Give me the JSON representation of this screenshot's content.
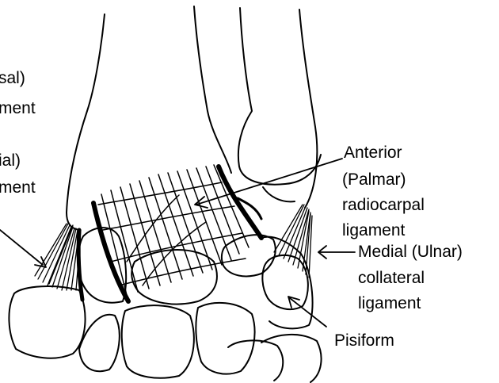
{
  "labels": {
    "dorsal_ligament": [
      "sal)",
      "ment"
    ],
    "radial_collateral": [
      "ial)",
      "ment"
    ],
    "anterior_radiocarpal": [
      "Anterior",
      "(Palmar)",
      "radiocarpal",
      "ligament"
    ],
    "medial_collateral": [
      "Medial (Ulnar)",
      "collateral",
      "ligament"
    ],
    "pisiform": "Pisiform"
  },
  "colors": {
    "ink": "#000000",
    "paper": "#ffffff"
  }
}
